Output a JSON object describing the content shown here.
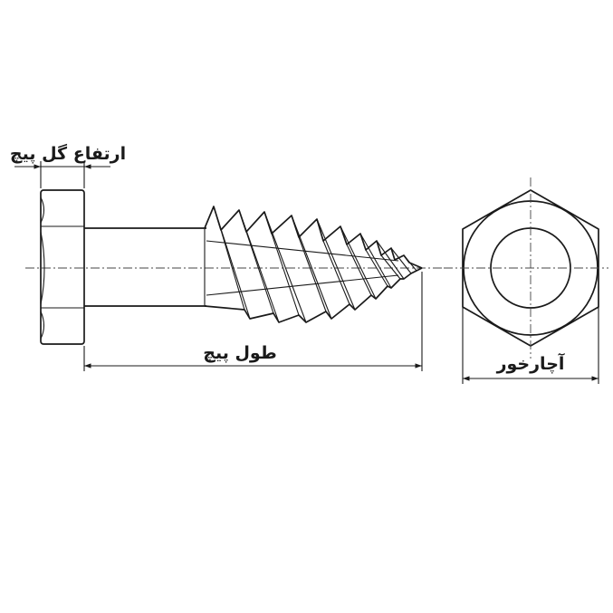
{
  "labels": {
    "head_height": "ارتفاع گل پیچ",
    "screw_length": "طول پیچ",
    "across_flats": "آچارخور"
  }
}
